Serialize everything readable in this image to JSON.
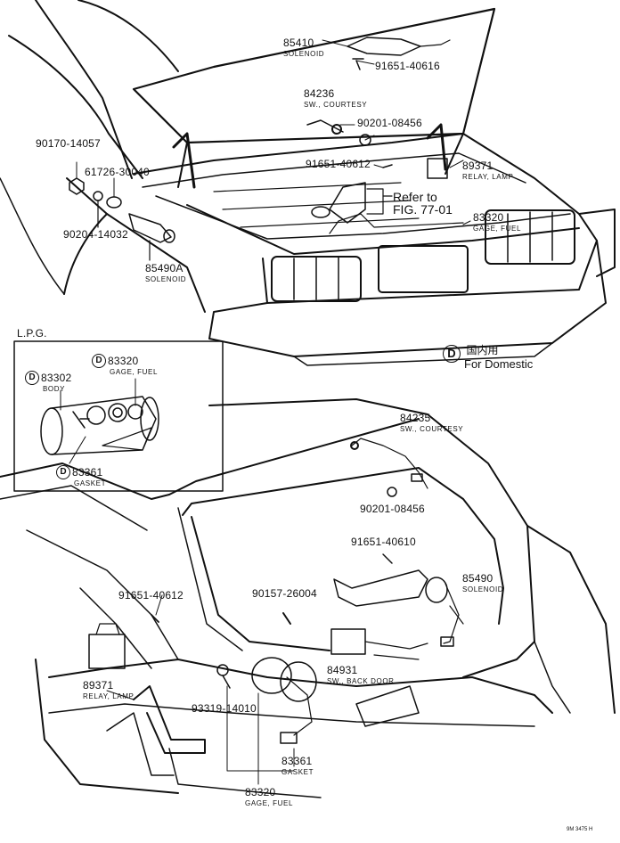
{
  "upper": {
    "p85410": {
      "num": "85410",
      "name": "SOLENOID"
    },
    "p91651_40616": "91651-40616",
    "p84236": {
      "num": "84236",
      "name": "SW., COURTESY"
    },
    "p90201_08456": "90201-08456",
    "p90170_14057": "90170-14057",
    "p61726_30040": "61726-30040",
    "p91651_40612": "91651-40612",
    "p89371": {
      "num": "89371",
      "name": "RELAY, LAMP"
    },
    "refer": {
      "line1": "Refer to",
      "line2": "FIG. 77-01"
    },
    "p83320": {
      "num": "83320",
      "name": "GAGE, FUEL"
    },
    "p90204_14032": "90204-14032",
    "p85490A": {
      "num": "85490A",
      "name": "SOLENOID"
    }
  },
  "lpg": {
    "title": "L.P.G.",
    "badge": "D",
    "p83320": {
      "num": "83320",
      "name": "GAGE, FUEL"
    },
    "p83302": {
      "num": "83302",
      "name": "BODY"
    },
    "p83361": {
      "num": "83361",
      "name": "GASKET"
    }
  },
  "legend": {
    "badge": "D",
    "jp": "国内用",
    "en": "For Domestic"
  },
  "lower": {
    "p84235": {
      "num": "84235",
      "name": "SW., COURTESY"
    },
    "p90201_08456": "90201-08456",
    "p91651_40610": "91651-40610",
    "p85490": {
      "num": "85490",
      "name": "SOLENOID"
    },
    "p91651_40612": "91651-40612",
    "p90157_26004": "90157-26004",
    "p84931": {
      "num": "84931",
      "name": "SW., BACK DOOR"
    },
    "p89371": {
      "num": "89371",
      "name": "RELAY, LAMP"
    },
    "p93319_14010": "93319-14010",
    "p83361": {
      "num": "83361",
      "name": "GASKET"
    },
    "p83320": {
      "num": "83320",
      "name": "GAGE, FUEL"
    }
  },
  "footer_code": "9M 3475 H"
}
